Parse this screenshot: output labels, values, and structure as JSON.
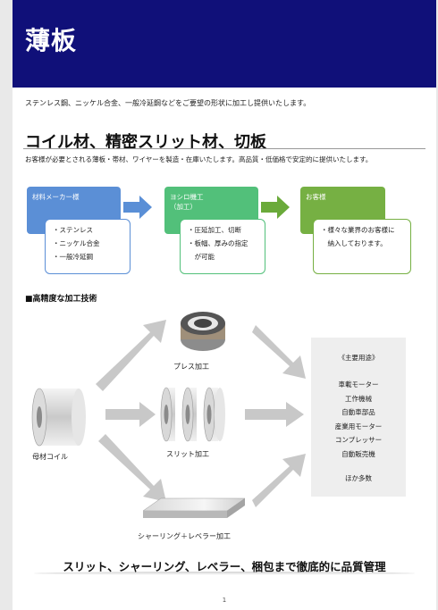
{
  "header": {
    "title": "薄板"
  },
  "intro": "ステンレス鋼、ニッケル合金、一般冷延鋼などをご要望の形状に加工し提供いたします。",
  "section": {
    "title": "コイル材、精密スリット材、切板",
    "description": "お客様が必要とされる薄板・帯材、ワイヤーを製造・在庫いたします。高品質・低価格で安定的に提供いたします。"
  },
  "flow": [
    {
      "label": "材料メーカー様",
      "items": [
        "・ステンレス",
        "・ニッケル合金",
        "・一般冷延鋼"
      ],
      "color": "#5b8fd6"
    },
    {
      "label": "ヨシロ機工（加工）",
      "label_line1": "ヨシロ機工",
      "label_line2": "（加工）",
      "items": [
        "・圧延加工、切断",
        "・板幅、厚みの指定",
        "　が可能"
      ],
      "color": "#52c07a"
    },
    {
      "label": "お客様",
      "items": [
        "・様々な業界のお客様に",
        "　納入しております。"
      ],
      "color": "#76b043"
    }
  ],
  "process": {
    "title": "■高精度な加工技術",
    "source_label": "母材コイル",
    "steps": [
      "プレス加工",
      "スリット加工",
      "シャーリング＋レベラー加工"
    ],
    "uses_title": "《主要用途》",
    "uses": [
      "車載モーター",
      "工作機械",
      "自動車部品",
      "産業用モーター",
      "コンプレッサー",
      "自動販売機"
    ],
    "uses_more": "ほか多数"
  },
  "footer": {
    "tagline": "スリット、シャーリング、レベラー、梱包まで徹底的に品質管理",
    "page_number": "1"
  },
  "colors": {
    "banner": "#101079",
    "arrow": "#5a8fd6",
    "arrow_green": "#6aaa3a",
    "process_arrow": "#c8c8c8"
  }
}
